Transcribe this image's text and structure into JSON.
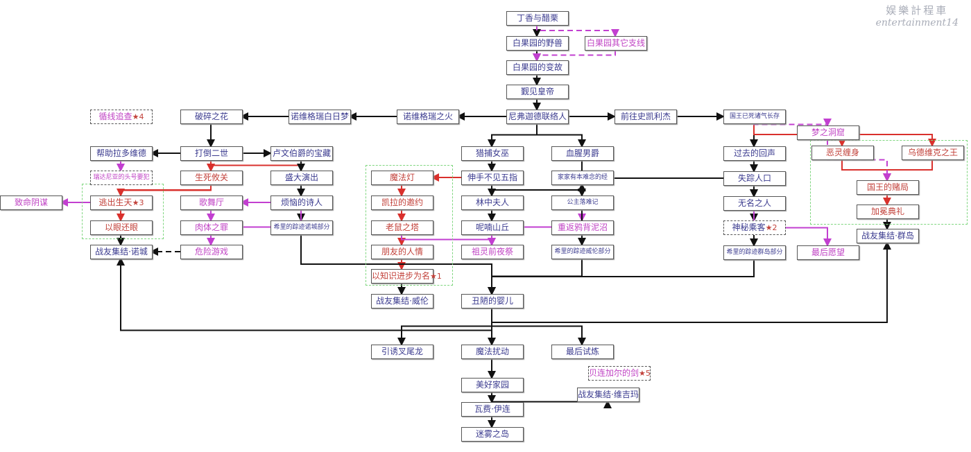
{
  "watermark": {
    "line1": "娱樂計程車",
    "line2": "entertainment14"
  },
  "nodes": [
    {
      "id": "a1",
      "label": "丁香与醋栗",
      "c": "k"
    },
    {
      "id": "a2",
      "label": "白果园的野兽",
      "c": "k"
    },
    {
      "id": "a3",
      "label": "白果园其它支线",
      "c": "p"
    },
    {
      "id": "a4",
      "label": "白果园的变故",
      "c": "k"
    },
    {
      "id": "a5",
      "label": "觐见皇帝",
      "c": "k"
    },
    {
      "id": "a6",
      "label": "尼弗迦德联络人",
      "c": "k"
    },
    {
      "id": "b1",
      "label": "诺维格瑞之火",
      "c": "k"
    },
    {
      "id": "b2",
      "label": "诺维格瑞白日梦",
      "c": "k"
    },
    {
      "id": "b3",
      "label": "破碎之花",
      "c": "k"
    },
    {
      "id": "b4",
      "label": "循线追查",
      "c": "p",
      "dash": true,
      "star": "4"
    },
    {
      "id": "c1",
      "label": "前往史凯利杰",
      "c": "k"
    },
    {
      "id": "c2",
      "label": "国王已死诸气长存",
      "c": "k",
      "small": true
    },
    {
      "id": "c3",
      "label": "梦之洞窟",
      "c": "p"
    },
    {
      "id": "c4",
      "label": "恶灵缠身",
      "c": "r"
    },
    {
      "id": "c5",
      "label": "乌德维克之王",
      "c": "r"
    },
    {
      "id": "c6",
      "label": "国王的赌局",
      "c": "r"
    },
    {
      "id": "c7",
      "label": "加冕典礼",
      "c": "r"
    },
    {
      "id": "c8",
      "label": "战友集结·群岛",
      "c": "k"
    },
    {
      "id": "c9",
      "label": "过去的回声",
      "c": "k"
    },
    {
      "id": "c10",
      "label": "失踪人口",
      "c": "k"
    },
    {
      "id": "c11",
      "label": "无名之人",
      "c": "k"
    },
    {
      "id": "c12",
      "label": "神秘乘客",
      "c": "k",
      "dash": true,
      "star": "2"
    },
    {
      "id": "c13",
      "label": "希里的踪迹群岛部分",
      "c": "k",
      "small": true
    },
    {
      "id": "c14",
      "label": "最后愿望",
      "c": "p"
    },
    {
      "id": "d1",
      "label": "猎捕女巫",
      "c": "k"
    },
    {
      "id": "d2",
      "label": "血腥男爵",
      "c": "k"
    },
    {
      "id": "d3",
      "label": "伸手不见五指",
      "c": "k"
    },
    {
      "id": "d4",
      "label": "林中夫人",
      "c": "k"
    },
    {
      "id": "d5",
      "label": "呢喃山丘",
      "c": "k"
    },
    {
      "id": "d6",
      "label": "祖灵前夜祭",
      "c": "p"
    },
    {
      "id": "d7",
      "label": "家家有本难念的经",
      "c": "k",
      "small": true
    },
    {
      "id": "d8",
      "label": "公主落难记",
      "c": "k",
      "small": true
    },
    {
      "id": "d9",
      "label": "重返鸦背泥沼",
      "c": "p"
    },
    {
      "id": "d10",
      "label": "希里的踪迹威伦部分",
      "c": "k",
      "small": true
    },
    {
      "id": "e1",
      "label": "魔法灯",
      "c": "r"
    },
    {
      "id": "e2",
      "label": "凯拉的邀约",
      "c": "r"
    },
    {
      "id": "e3",
      "label": "老鼠之塔",
      "c": "r"
    },
    {
      "id": "e4",
      "label": "朋友的人情",
      "c": "r"
    },
    {
      "id": "e5",
      "label": "以知识进步为名",
      "c": "r",
      "star": "1"
    },
    {
      "id": "f1",
      "label": "帮助拉多维德",
      "c": "k"
    },
    {
      "id": "f2",
      "label": "打倒二世",
      "c": "k"
    },
    {
      "id": "f3",
      "label": "卢文伯爵的宝藏",
      "c": "k"
    },
    {
      "id": "f4",
      "label": "瑞达尼亚的头号要犯",
      "c": "p",
      "dash": true,
      "small": true
    },
    {
      "id": "f5",
      "label": "生死攸关",
      "c": "r"
    },
    {
      "id": "f6",
      "label": "盛大演出",
      "c": "k"
    },
    {
      "id": "f7",
      "label": "逃出生天",
      "c": "r",
      "star": "3"
    },
    {
      "id": "f8",
      "label": "致命阴谋",
      "c": "p"
    },
    {
      "id": "f9",
      "label": "歌舞厅",
      "c": "p"
    },
    {
      "id": "f10",
      "label": "烦恼的诗人",
      "c": "k"
    },
    {
      "id": "f11",
      "label": "以眼还眼",
      "c": "r"
    },
    {
      "id": "f12",
      "label": "肉体之罪",
      "c": "p"
    },
    {
      "id": "f13",
      "label": "希里的踪迹诺城部分",
      "c": "k",
      "small": true
    },
    {
      "id": "f14",
      "label": "战友集结·诺城",
      "c": "k"
    },
    {
      "id": "f15",
      "label": "危险游戏",
      "c": "p"
    },
    {
      "id": "g1",
      "label": "战友集结·威伦",
      "c": "k"
    },
    {
      "id": "g2",
      "label": "丑陋的婴儿",
      "c": "k"
    },
    {
      "id": "g3",
      "label": "引诱叉尾龙",
      "c": "k"
    },
    {
      "id": "g4",
      "label": "魔法扰动",
      "c": "k"
    },
    {
      "id": "g5",
      "label": "最后试炼",
      "c": "k"
    },
    {
      "id": "g6",
      "label": "贝连加尔的剑",
      "c": "p",
      "dash": true,
      "star": "5"
    },
    {
      "id": "g7",
      "label": "美好家园",
      "c": "k"
    },
    {
      "id": "g8",
      "label": "瓦费·伊连",
      "c": "k"
    },
    {
      "id": "g9",
      "label": "战友集结·维吉玛",
      "c": "k"
    },
    {
      "id": "g10",
      "label": "迷雾之岛",
      "c": "k"
    }
  ],
  "edges": [
    [
      "a1",
      "a2",
      "k"
    ],
    [
      "a2",
      "a4",
      "k"
    ],
    [
      "a1",
      "a3",
      "p",
      1
    ],
    [
      "a3",
      "a4",
      "p",
      1
    ],
    [
      "a4",
      "a5",
      "k"
    ],
    [
      "a5",
      "a6",
      "k"
    ],
    [
      "a6",
      "b1",
      "k"
    ],
    [
      "b1",
      "b2",
      "k"
    ],
    [
      "b2",
      "b3",
      "k"
    ],
    [
      "a6",
      "c1",
      "k"
    ],
    [
      "c1",
      "c2",
      "k"
    ],
    [
      "a6",
      "d1",
      "k"
    ],
    [
      "a6",
      "d2",
      "k"
    ],
    [
      "d1",
      "d3",
      "k"
    ],
    [
      "d3",
      "d4",
      "k"
    ],
    [
      "d4",
      "d5",
      "k"
    ],
    [
      "d3",
      "e1",
      "r"
    ],
    [
      "e1",
      "e2",
      "r"
    ],
    [
      "e2",
      "e3",
      "r"
    ],
    [
      "e3",
      "e4",
      "r"
    ],
    [
      "e4",
      "e5",
      "r"
    ],
    [
      "e3",
      "d6",
      "p"
    ],
    [
      "d8",
      "d6",
      "p"
    ],
    [
      "d4",
      "d7",
      "k"
    ],
    [
      "d7",
      "d8",
      "k"
    ],
    [
      "d7",
      "d9",
      "p"
    ],
    [
      "d7",
      "d10",
      "k"
    ],
    [
      "d2",
      "c11",
      "k"
    ],
    [
      "e5",
      "g1",
      "k"
    ],
    [
      "d10",
      "g2",
      "k"
    ],
    [
      "f13",
      "g2",
      "k"
    ],
    [
      "c13",
      "g2",
      "k"
    ],
    [
      "g2",
      "g3",
      "k"
    ],
    [
      "g2",
      "g4",
      "k"
    ],
    [
      "g2",
      "g5",
      "k"
    ],
    [
      "g4",
      "g7",
      "k"
    ],
    [
      "g7",
      "g8",
      "k"
    ],
    [
      "g8",
      "g10",
      "k"
    ],
    [
      "g8",
      "g9",
      "k"
    ],
    [
      "g8",
      "f14",
      "k"
    ],
    [
      "g8",
      "c8",
      "k"
    ],
    [
      "c2",
      "c9",
      "k"
    ],
    [
      "c9",
      "c10",
      "k"
    ],
    [
      "c10",
      "c11",
      "k"
    ],
    [
      "c11",
      "c12",
      "k"
    ],
    [
      "c12",
      "c13",
      "k"
    ],
    [
      "c11",
      "c14",
      "p"
    ],
    [
      "c2",
      "c4",
      "r"
    ],
    [
      "c2",
      "c5",
      "r"
    ],
    [
      "c4",
      "c6",
      "r"
    ],
    [
      "c5",
      "c6",
      "r"
    ],
    [
      "c6",
      "c7",
      "r"
    ],
    [
      "c7",
      "c8",
      "k"
    ],
    [
      "c2",
      "c3",
      "p",
      1
    ],
    [
      "c3",
      "c6",
      "p",
      1
    ],
    [
      "b3",
      "f2",
      "k"
    ],
    [
      "f2",
      "f1",
      "k"
    ],
    [
      "f2",
      "f3",
      "k"
    ],
    [
      "f2",
      "f5",
      "r"
    ],
    [
      "f3",
      "f5",
      "r"
    ],
    [
      "f1",
      "f4",
      "p"
    ],
    [
      "f5",
      "f7",
      "r"
    ],
    [
      "f2",
      "f11",
      "r"
    ],
    [
      "f7",
      "f8",
      "p"
    ],
    [
      "f3",
      "f6",
      "k"
    ],
    [
      "f6",
      "f10",
      "k"
    ],
    [
      "f10",
      "f13",
      "k"
    ],
    [
      "f10",
      "f9",
      "p"
    ],
    [
      "f9",
      "f12",
      "p"
    ],
    [
      "f10",
      "f15",
      "p"
    ],
    [
      "f15",
      "f14",
      "k",
      1
    ],
    [
      "f11",
      "f14",
      "k"
    ]
  ],
  "colors": {
    "k": "#111111",
    "r": "#d9302c",
    "p": "#c23fd0",
    "group": "#7fd67f"
  }
}
